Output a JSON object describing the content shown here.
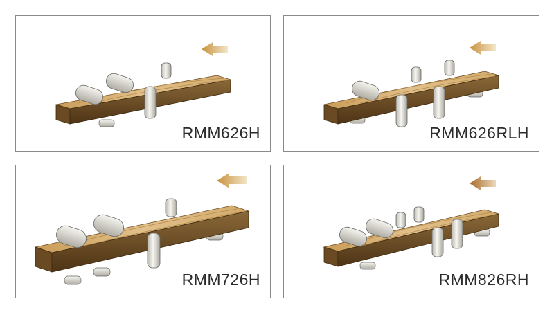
{
  "panels": [
    {
      "model": "RMM626H"
    },
    {
      "model": "RMM626RLH"
    },
    {
      "model": "RMM726H"
    },
    {
      "model": "RMM826RH"
    }
  ],
  "colors": {
    "wood_top": "#d9b273",
    "wood_front": "#7a5a30",
    "roller": "#ecebe6",
    "arrow": "#d2a55e",
    "border": "#8a8a8a"
  }
}
